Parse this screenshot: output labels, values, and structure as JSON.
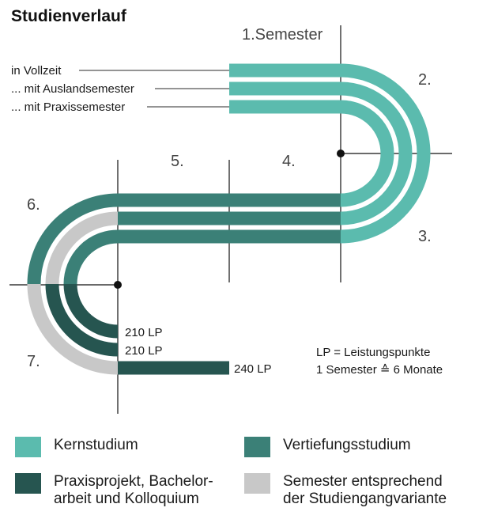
{
  "title": "Studienverlauf",
  "semesters": {
    "s1": "1.Semester",
    "s2": "2.",
    "s3": "3.",
    "s4": "4.",
    "s5": "5.",
    "s6": "6.",
    "s7": "7."
  },
  "variants": {
    "vollzeit": "in Vollzeit",
    "auslands": "... mit Auslandsemester",
    "praxis": "... mit Praxissemester"
  },
  "points": {
    "p1": "210 LP",
    "p2": "210 LP",
    "p3": "240 LP"
  },
  "notes": {
    "line1": "LP = Leistungspunkte",
    "line2": "1 Semester ≙ 6 Monate"
  },
  "legend": {
    "kern": "Kernstudium",
    "vertiefung": "Vertiefungsstudium",
    "praxis_line1": "Praxisprojekt, Bachelor-",
    "praxis_line2": "arbeit und Kolloquium",
    "semester_line1": "Semester entsprechend",
    "semester_line2": "der Studiengangvariante"
  },
  "colors": {
    "kern": "#5bbbae",
    "vertiefung": "#3b8077",
    "praxis": "#265550",
    "semester": "#c8c8c8",
    "axis": "#111111"
  }
}
